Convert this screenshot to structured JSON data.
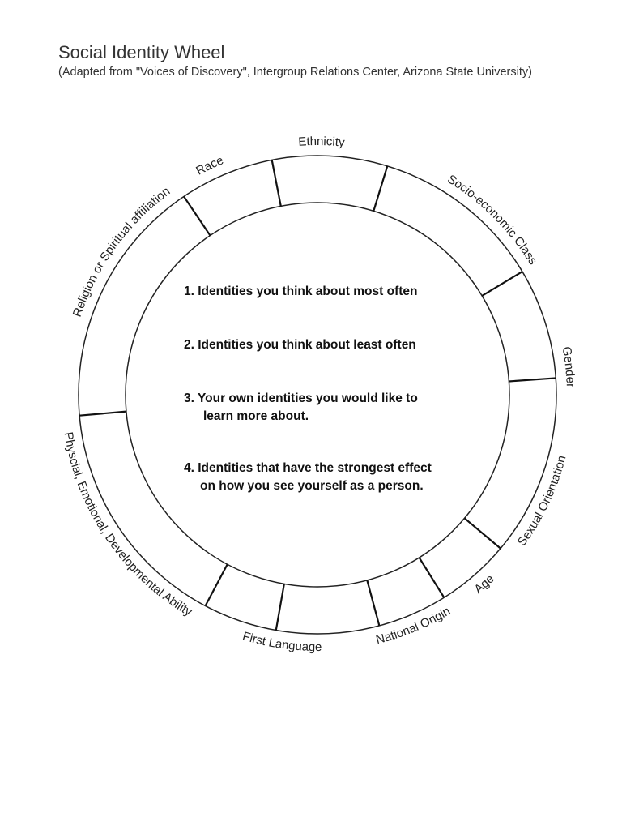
{
  "header": {
    "title": "Social Identity Wheel",
    "subtitle": "(Adapted from \"Voices of Discovery\", Intergroup Relations Center, Arizona State University)"
  },
  "wheel": {
    "segments": [
      "Ethnicity",
      "Socio-economic Class",
      "Gender",
      "Sexual Orientation",
      "Age",
      "National Origin",
      "First Language",
      "Physcial, Emotional, Developmental Ability",
      "Religion or Spiritual affiliation",
      "Race"
    ]
  },
  "questions": [
    {
      "line1": "1. Identities you think about most often",
      "line2": ""
    },
    {
      "line1": "2. Identities you think about least often",
      "line2": ""
    },
    {
      "line1": "3. Your own identities you would like to",
      "line2": "learn more about."
    },
    {
      "line1": "4. Identities that have the strongest effect",
      "line2": "on how you see yourself as a person."
    }
  ]
}
